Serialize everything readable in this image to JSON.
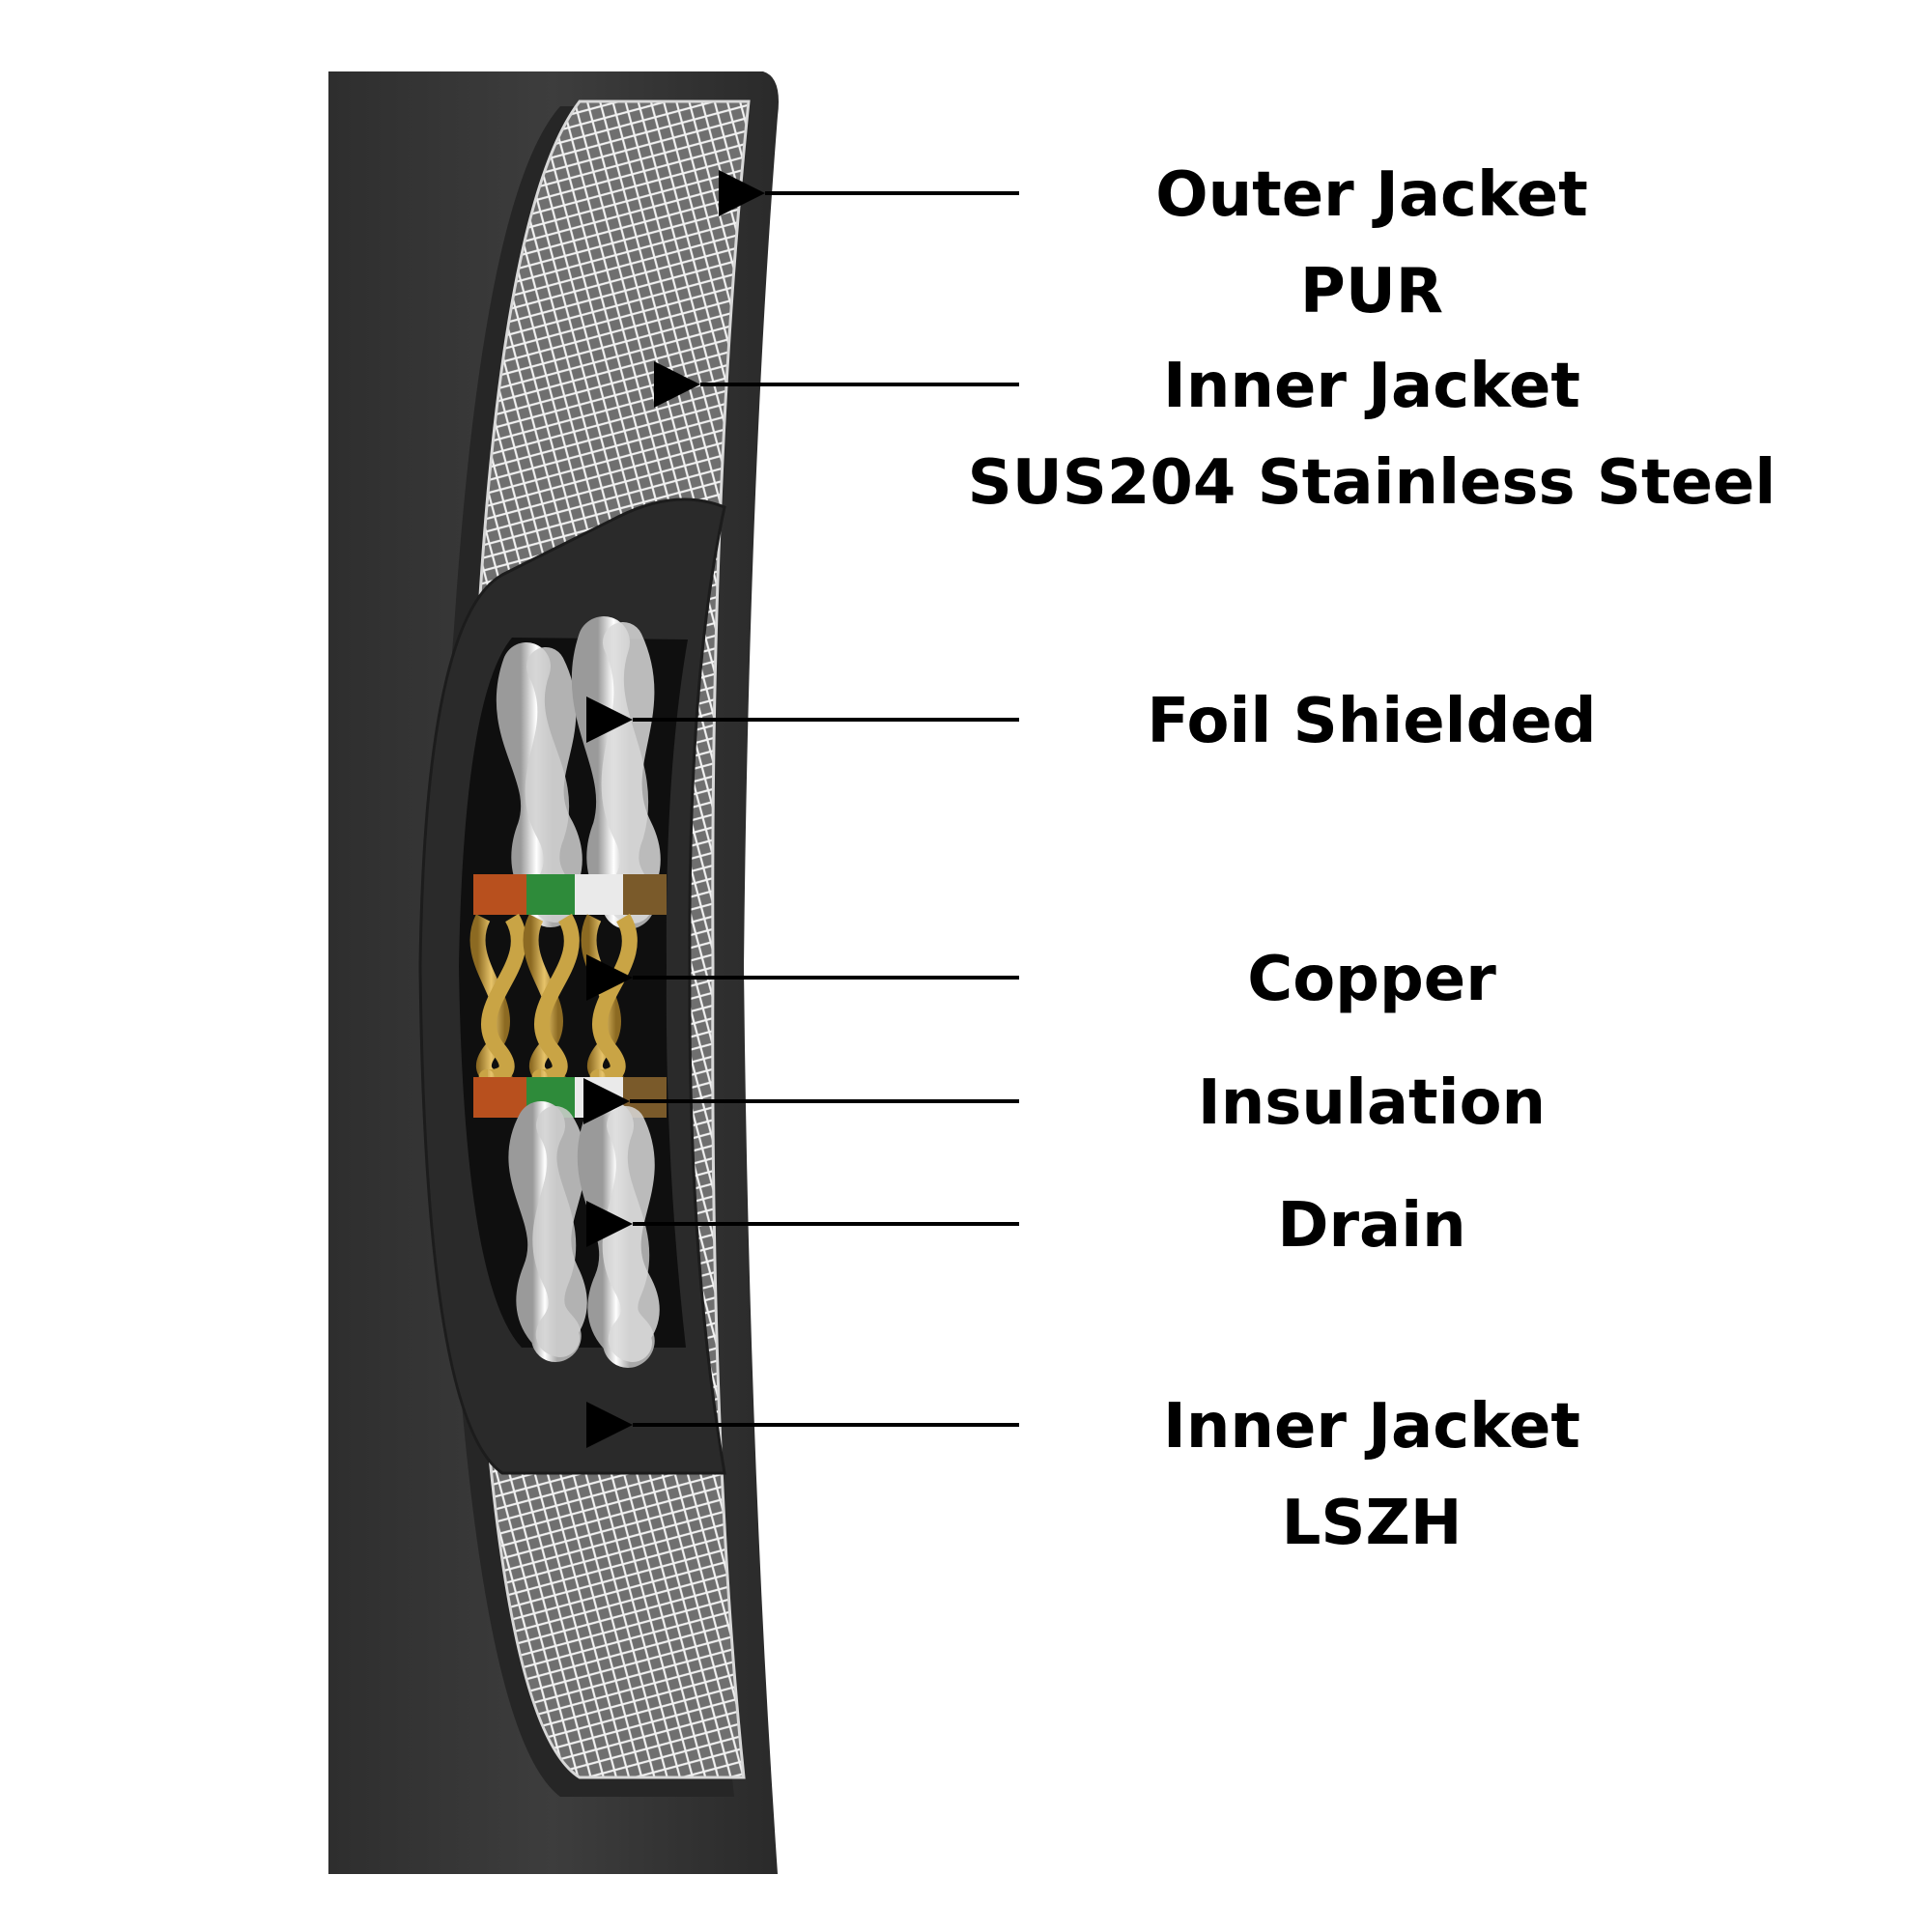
{
  "labels": {
    "outer_jacket": [
      "Outer Jacket",
      "PUR"
    ],
    "inner_jacket_steel": [
      "Inner Jacket",
      "SUS204 Stainless Steel"
    ],
    "foil_shielded": [
      "Foil Shielded"
    ],
    "copper": [
      "Copper"
    ],
    "insulation": [
      "Insulation"
    ],
    "drain": [
      "Drain"
    ],
    "inner_jacket_lszh": [
      "Inner Jacket",
      "LSZH"
    ]
  },
  "colors": {
    "jacket": "#3a3a3a",
    "inner_jacket": "#2b2b2b",
    "braid": "#b8b8b8",
    "copper": "#c9a445",
    "foil": "#e6e6e6",
    "pair_orange": "#b8501e",
    "pair_green": "#2e8b3a",
    "pair_brown": "#7a5a2a"
  }
}
